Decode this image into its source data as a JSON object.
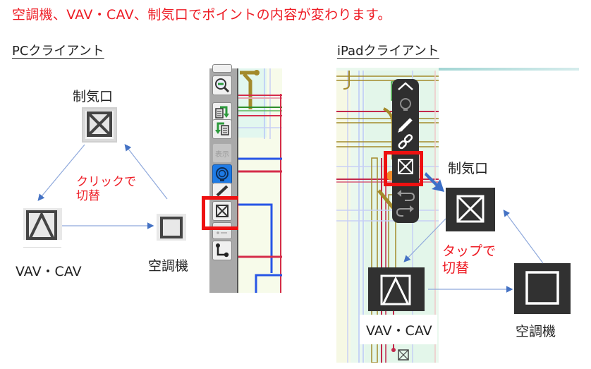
{
  "header": {
    "title": "空調機、VAV・CAV、制気口でポイントの内容が変わります。"
  },
  "pc_section": {
    "heading": "PCクライアント",
    "labels": {
      "diffuser": "制気口",
      "vav_cav": "VAV・CAV",
      "air_handler": "空調機"
    },
    "instruction": [
      "クリックで",
      "切替"
    ],
    "toolbar": {
      "items": [
        {
          "icon": "zoom-out-icon"
        },
        {
          "icon": "redo-layer-icon"
        },
        {
          "icon": "undo-layer-icon"
        },
        {
          "label": "表示",
          "icon": "display-button"
        },
        {
          "icon": "point-gauge-icon"
        },
        {
          "icon": "pencil-icon"
        },
        {
          "icon": "point-type-toggle-icon"
        },
        {
          "icon": "list-icon"
        },
        {
          "icon": "route-icon"
        }
      ],
      "highlighted": "point-type-toggle-icon"
    }
  },
  "ipad_section": {
    "heading": "iPadクライアント",
    "labels": {
      "diffuser": "制気口",
      "vav_cav": "VAV・CAV",
      "air_handler": "空調機"
    },
    "instruction": [
      "タップで",
      "切替"
    ],
    "toolbar": {
      "items": [
        {
          "icon": "chevron-up-icon"
        },
        {
          "icon": "gauge-icon"
        },
        {
          "icon": "pencil-icon"
        },
        {
          "icon": "link-icon"
        },
        {
          "icon": "point-type-toggle-icon"
        },
        {
          "icon": "undo-icon"
        },
        {
          "icon": "redo-icon"
        }
      ],
      "highlighted": "point-type-toggle-icon"
    }
  },
  "colors": {
    "accent_red": "#ee1c25",
    "arrow_blue": "#4472c4",
    "dark_icon": "#313131"
  }
}
